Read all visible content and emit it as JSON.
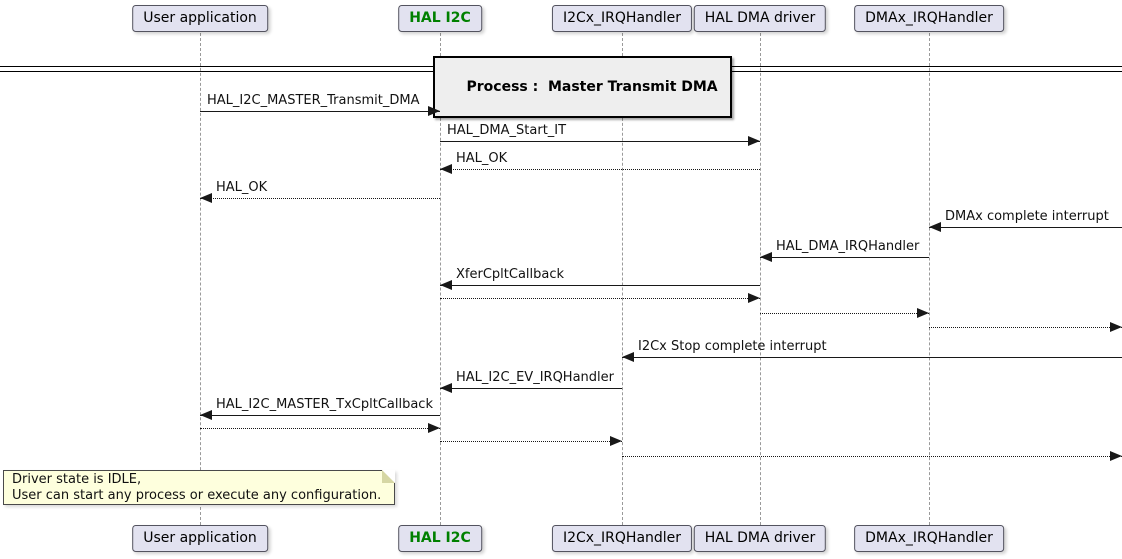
{
  "diagram": {
    "divider_title": "Process :  Master Transmit DMA",
    "participants": [
      {
        "id": "user",
        "label": "User application",
        "emphasis": false
      },
      {
        "id": "i2c",
        "label": "HAL I2C",
        "emphasis": true
      },
      {
        "id": "i2cx",
        "label": "I2Cx_IRQHandler",
        "emphasis": false
      },
      {
        "id": "dma",
        "label": "HAL DMA driver",
        "emphasis": false
      },
      {
        "id": "dmax",
        "label": "DMAx_IRQHandler",
        "emphasis": false
      }
    ],
    "messages": [
      {
        "label": "HAL_I2C_MASTER_Transmit_DMA",
        "from": "user",
        "to": "i2c",
        "style": "solid"
      },
      {
        "label": "HAL_DMA_Start_IT",
        "from": "i2c",
        "to": "dma",
        "style": "solid"
      },
      {
        "label": "HAL_OK",
        "from": "dma",
        "to": "i2c",
        "style": "dotted"
      },
      {
        "label": "HAL_OK",
        "from": "i2c",
        "to": "user",
        "style": "dotted"
      },
      {
        "label": "DMAx complete interrupt",
        "from": "outside",
        "to": "dmax",
        "style": "solid"
      },
      {
        "label": "HAL_DMA_IRQHandler",
        "from": "dmax",
        "to": "dma",
        "style": "solid"
      },
      {
        "label": "XferCpltCallback",
        "from": "dma",
        "to": "i2c",
        "style": "solid"
      },
      {
        "label": "",
        "from": "i2c",
        "to": "dma",
        "style": "dotted"
      },
      {
        "label": "",
        "from": "dma",
        "to": "dmax",
        "style": "dotted"
      },
      {
        "label": "",
        "from": "dmax",
        "to": "outside",
        "style": "dotted"
      },
      {
        "label": "I2Cx Stop complete interrupt",
        "from": "outside",
        "to": "i2cx",
        "style": "solid"
      },
      {
        "label": "HAL_I2C_EV_IRQHandler",
        "from": "i2cx",
        "to": "i2c",
        "style": "solid"
      },
      {
        "label": "HAL_I2C_MASTER_TxCpltCallback",
        "from": "i2c",
        "to": "user",
        "style": "solid"
      },
      {
        "label": "",
        "from": "user",
        "to": "i2c",
        "style": "dotted"
      },
      {
        "label": "",
        "from": "i2c",
        "to": "i2cx",
        "style": "dotted"
      },
      {
        "label": "",
        "from": "i2cx",
        "to": "outside",
        "style": "dotted"
      }
    ],
    "note": {
      "line1": "Driver state is IDLE,",
      "line2": "User can start any process or execute any configuration."
    },
    "colors": {
      "participant_fill": "#E2E2F0",
      "emphasis_text": "#008000",
      "divider_fill": "#EEEEEE",
      "note_fill": "#FEFFDD",
      "message_line": "#181818",
      "lifeline": "#9A9A9A"
    }
  }
}
